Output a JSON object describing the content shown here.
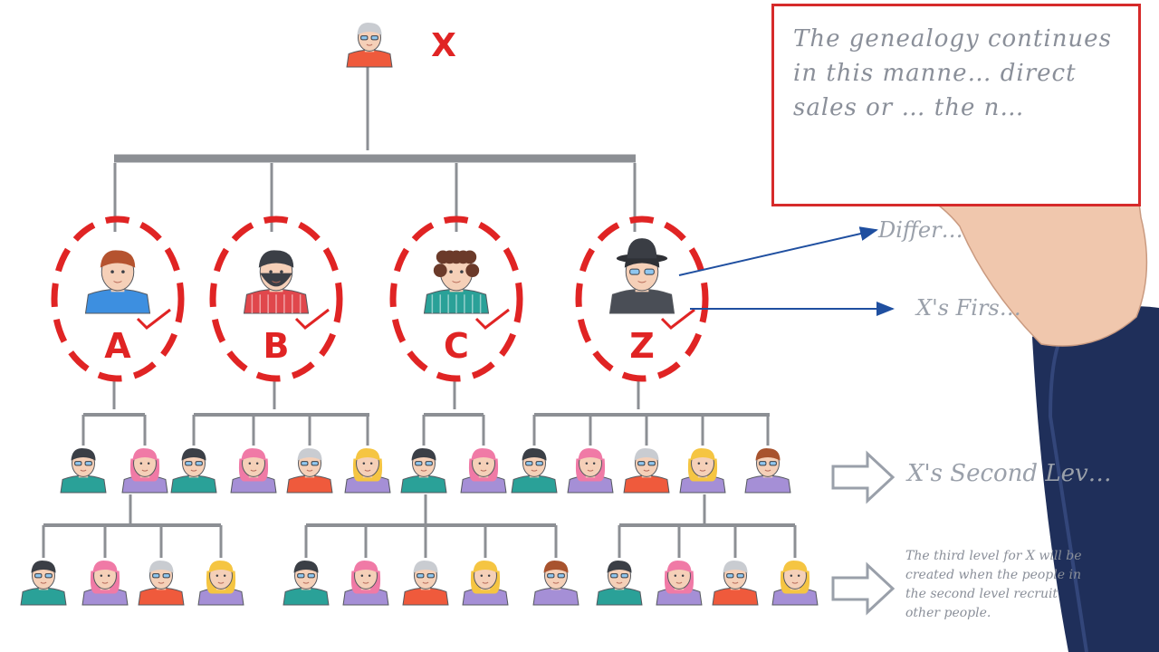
{
  "root": {
    "label": "X"
  },
  "first_level": [
    {
      "label": "A",
      "avatar": "man-blue-shirt-avatar"
    },
    {
      "label": "B",
      "avatar": "bearded-man-avatar"
    },
    {
      "label": "C",
      "avatar": "curly-hair-person-avatar"
    },
    {
      "label": "Z",
      "avatar": "man-in-hat-avatar"
    }
  ],
  "note": {
    "text": "The genealogy continues in this manne… direct sales or … the n…"
  },
  "labels": {
    "different": "Differ…",
    "first_level": "X's Firs…",
    "second_level": "X's Second Lev…"
  },
  "third_level_note": "The third level for X will be created when the people in the second level recruit other people.",
  "colors": {
    "accent_red": "#e02424",
    "connector_gray": "#8c8f94",
    "arrow_blue": "#1f4fa0"
  }
}
